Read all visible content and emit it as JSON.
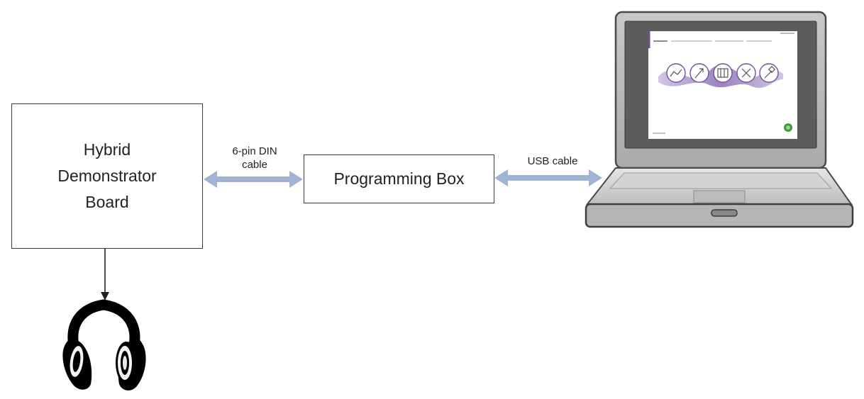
{
  "diagram": {
    "board_label": "Hybrid\nDemonstrator\nBoard",
    "programming_box_label": "Programming Box",
    "din_cable_label": "6-pin DIN\ncable",
    "usb_cable_label": "USB cable"
  },
  "icons": {
    "headphones": "headphones-icon",
    "laptop": "laptop-icon"
  },
  "colors": {
    "cable_arrow": "#9fb4d4",
    "box_border": "#3a3a3a",
    "laptop_body": "#bdbdbd",
    "laptop_screen_bezel": "#5c5c5c",
    "screen_accent": "#6d5196"
  }
}
